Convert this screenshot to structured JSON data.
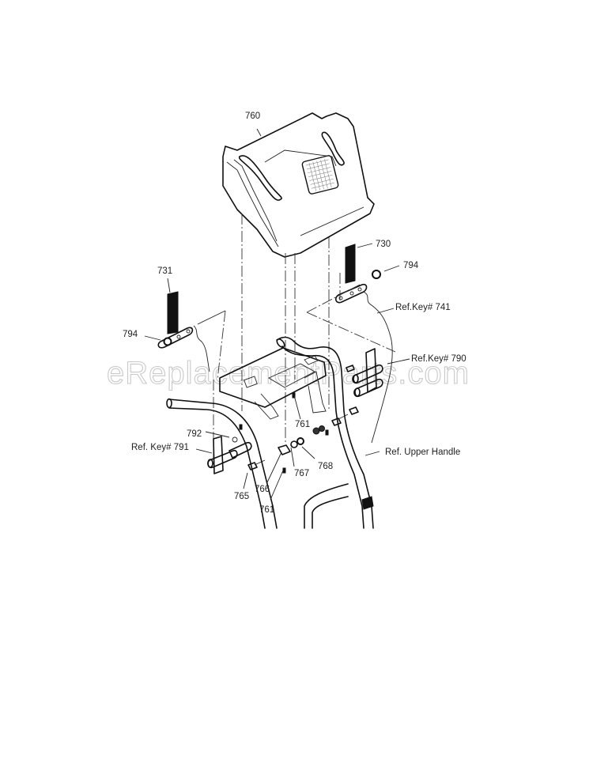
{
  "diagram": {
    "type": "exploded parts diagram",
    "watermark": "eReplacementParts.com",
    "parts": [
      {
        "key": "760",
        "label": "760",
        "description": "shroud / cover with light lens"
      },
      {
        "key": "730",
        "label": "730",
        "description": "right grip strip"
      },
      {
        "key": "731",
        "label": "731",
        "description": "left grip strip"
      },
      {
        "key": "794a",
        "label": "794",
        "description": "nut (right side)"
      },
      {
        "key": "794b",
        "label": "794",
        "description": "nut (left side)"
      },
      {
        "key": "741",
        "label": "Ref.Key# 741",
        "description": "control cable (right)"
      },
      {
        "key": "790",
        "label": "Ref.Key# 790",
        "description": "right bracket assembly"
      },
      {
        "key": "791",
        "label": "Ref. Key# 791",
        "description": "left bracket assembly"
      },
      {
        "key": "792",
        "label": "792",
        "description": "bolt"
      },
      {
        "key": "761a",
        "label": "761",
        "description": "screw (upper)"
      },
      {
        "key": "761b",
        "label": "761",
        "description": "screw (lower)"
      },
      {
        "key": "765",
        "label": "765",
        "description": "bracket"
      },
      {
        "key": "766",
        "label": "766",
        "description": "bolt"
      },
      {
        "key": "767",
        "label": "767",
        "description": "washer"
      },
      {
        "key": "768",
        "label": "768",
        "description": "nut"
      },
      {
        "key": "upper_handle",
        "label": "Ref. Upper Handle",
        "description": "upper handle"
      }
    ]
  },
  "colors": {
    "background": "#ffffff",
    "line": "#111111",
    "watermark": "#c9c9c9"
  }
}
